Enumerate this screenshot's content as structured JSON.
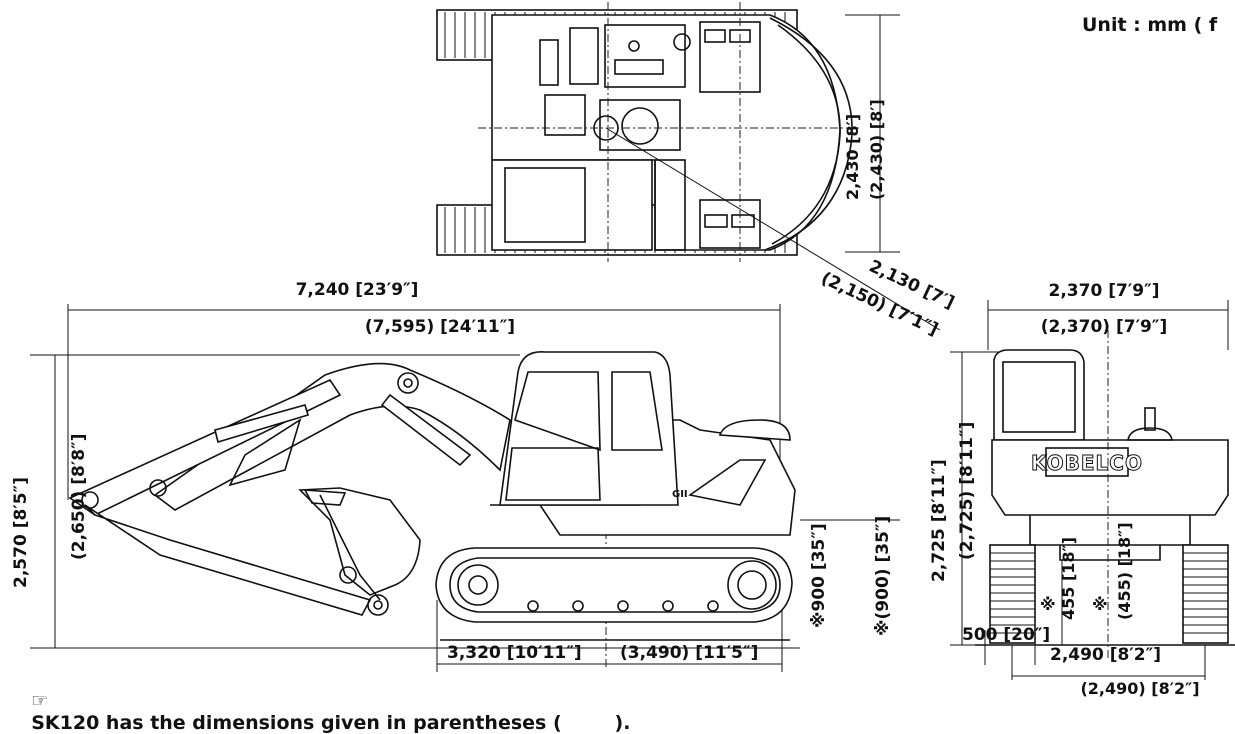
{
  "unit_label": "Unit : mm ( f",
  "note": {
    "glyph": "☞",
    "text": "SK120 has the dimensions given in parentheses (        )."
  },
  "top_view": {
    "width_label": "2,430 [8′]",
    "width_label_alt": "(2,430) [8′]",
    "swing_label": "2,130 [7′]",
    "swing_label_alt": "(2,150) [7′1″]"
  },
  "side_view": {
    "overall_length": "7,240 [23′9″]",
    "overall_length_alt": "(7,595) [24′11″]",
    "height_main": "2,570 [8′5″]",
    "height_alt": "(2,650) [8′8″]",
    "track_length": "3,320 [10′11″]",
    "track_length_alt": "(3,490) [11′5″]",
    "clearance": "※900 [35″]",
    "clearance_alt": "※(900) [35″]"
  },
  "front_view": {
    "width_top": "2,370 [7′9″]",
    "width_top_alt": "(2,370) [7′9″]",
    "height": "2,725 [8′11″]",
    "height_alt": "(2,725) [8′11″]",
    "ground_clearance": "455 [18″]",
    "ground_clearance_alt": "(455) [18″]",
    "shoe_width": "500 [20″]",
    "track_width": "2,490 [8′2″]",
    "track_width_alt": "(2,490) [8′2″]",
    "brand": "KOBELCO"
  }
}
